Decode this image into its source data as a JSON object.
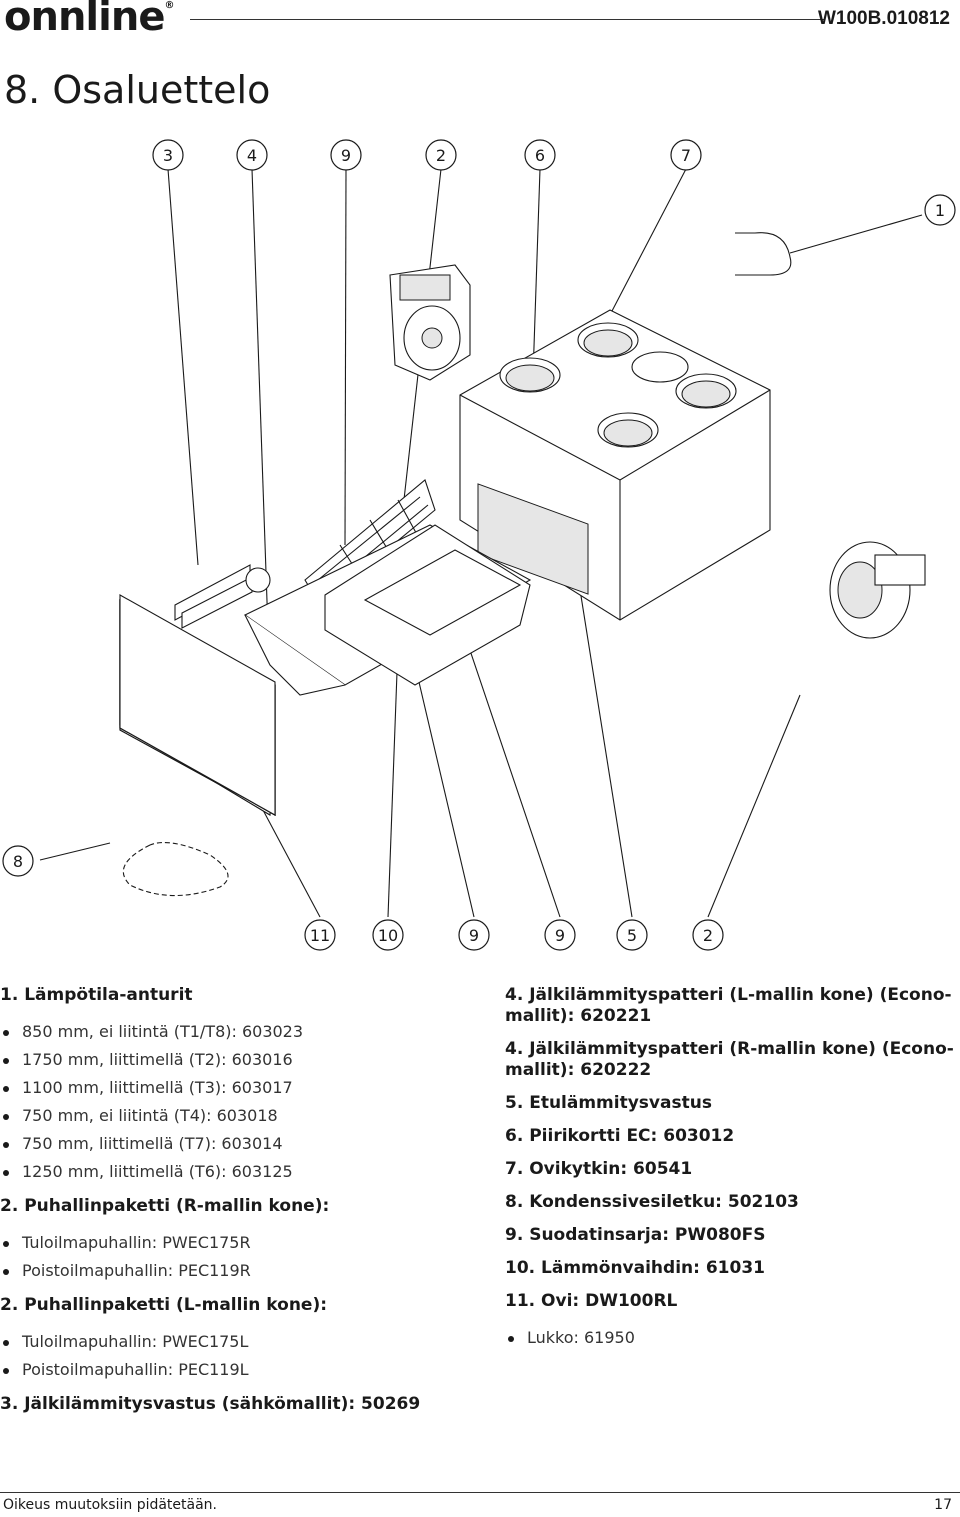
{
  "header": {
    "logo": "onnline",
    "logo_mark": "®",
    "doc_code": "W100B.010812"
  },
  "title": "8. Osaluettelo",
  "diagram": {
    "callouts_top": [
      "3",
      "4",
      "9",
      "2",
      "6",
      "7"
    ],
    "callout_right": "1",
    "callout_left": "8",
    "callouts_bottom": [
      "11",
      "10",
      "9",
      "9",
      "5",
      "2"
    ]
  },
  "parts_left": [
    {
      "heading": "1. Lämpötila-anturit",
      "items": [
        "850 mm, ei liitintä (T1/T8): 603023",
        "1750 mm, liittimellä (T2): 603016",
        "1100 mm, liittimellä (T3): 603017",
        "750 mm, ei liitintä (T4): 603018",
        "750 mm, liittimellä (T7): 603014",
        "1250 mm, liittimellä (T6): 603125"
      ]
    },
    {
      "heading": "2. Puhallinpaketti (R-mallin kone):",
      "items": [
        "Tuloilmapuhallin: PWEC175R",
        "Poistoilmapuhallin: PEC119R"
      ]
    },
    {
      "heading": "2. Puhallinpaketti (L-mallin kone):",
      "items": [
        "Tuloilmapuhallin: PWEC175L",
        "Poistoilmapuhallin: PEC119L"
      ]
    },
    {
      "heading": "3. Jälkilämmitysvastus (sähkömallit): 50269",
      "items": []
    }
  ],
  "parts_right": [
    {
      "heading": "4. Jälkilämmityspatteri (L-mallin kone) (Econo-mallit): 620221",
      "items": []
    },
    {
      "heading": "4. Jälkilämmityspatteri (R-mallin kone) (Econo-mallit): 620222",
      "items": []
    },
    {
      "heading": "5. Etulämmitysvastus",
      "items": []
    },
    {
      "heading": "6. Piirikortti EC: 603012",
      "items": []
    },
    {
      "heading": "7. Ovikytkin: 60541",
      "items": []
    },
    {
      "heading": "8. Kondenssivesiletku: 502103",
      "items": []
    },
    {
      "heading": "9. Suodatinsarja: PW080FS",
      "items": []
    },
    {
      "heading": "10. Lämmönvaihdin: 61031",
      "items": []
    },
    {
      "heading": "11. Ovi: DW100RL",
      "items": [
        "Lukko: 61950"
      ]
    }
  ],
  "footer": {
    "note": "Oikeus muutoksiin pidätetään.",
    "page": "17"
  }
}
